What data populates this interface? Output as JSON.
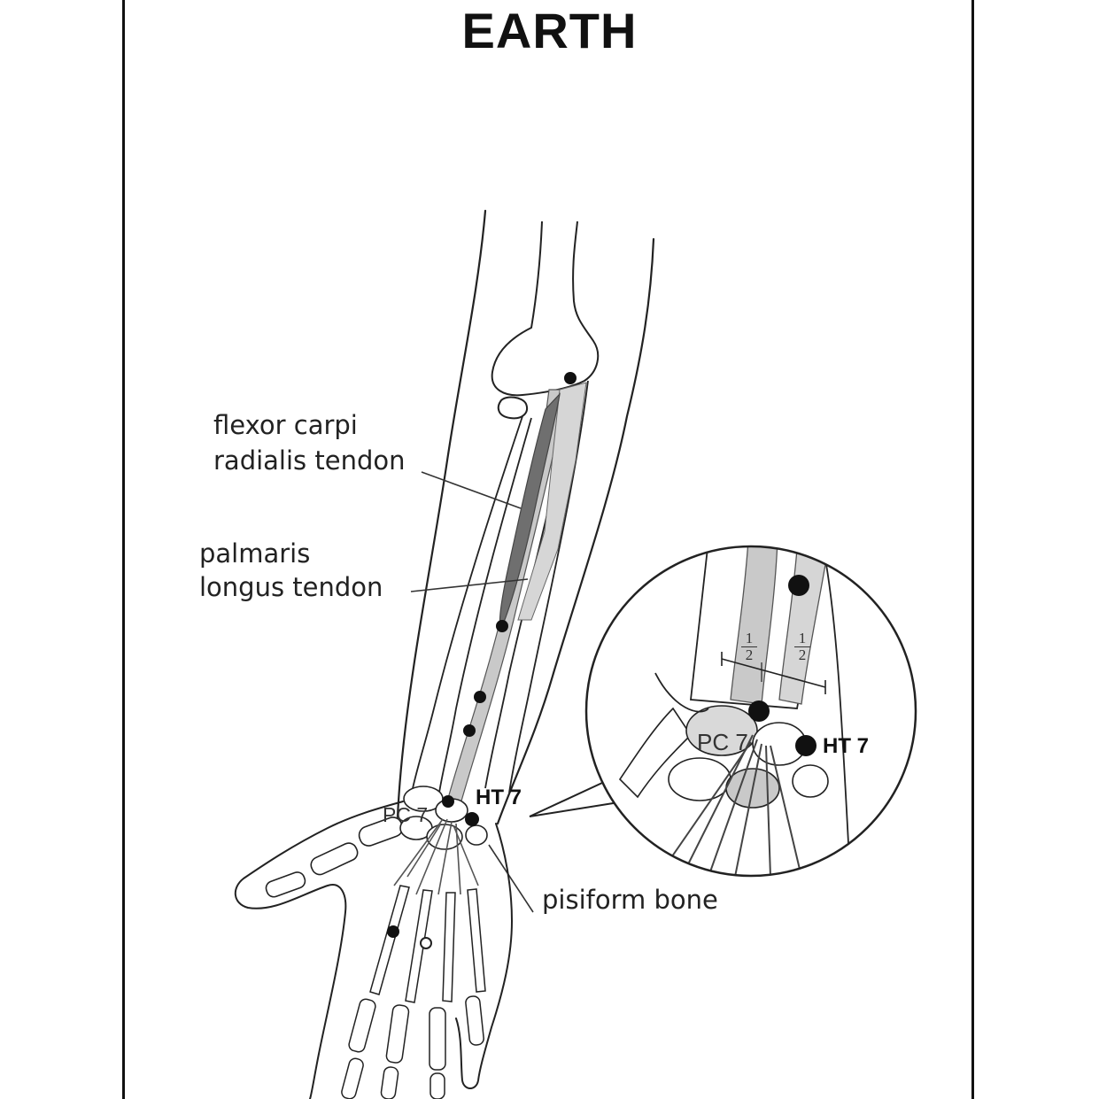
{
  "title": "EARTH",
  "labels": {
    "flexor_line1": "flexor carpi",
    "flexor_line2": "radialis tendon",
    "palmaris_line1": "palmaris",
    "palmaris_line2": "longus tendon",
    "pisiform": "pisiform bone"
  },
  "points": {
    "ht7": "HT 7",
    "pc7": "PC 7"
  },
  "inset": {
    "ht7": "HT 7",
    "pc7": "PC 7",
    "frac_left_num": "1",
    "frac_left_den": "2",
    "frac_right_num": "1",
    "frac_right_den": "2"
  },
  "colors": {
    "ink": "#222222",
    "tendon_dark": "#6f6f6f",
    "tendon_light": "#c9c9c9",
    "bone_fill": "#ffffff"
  }
}
